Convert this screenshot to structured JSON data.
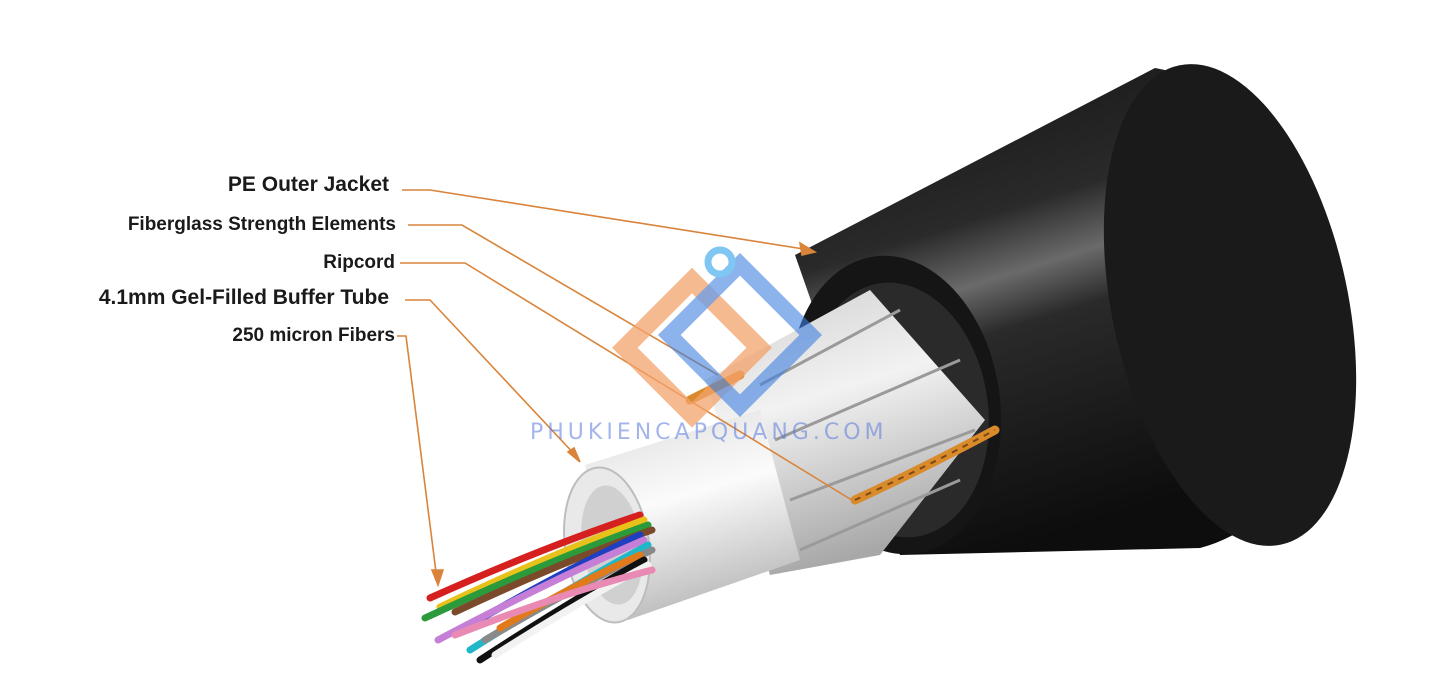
{
  "labels": {
    "pe_outer_jacket": "PE Outer Jacket",
    "fiberglass_strength": "Fiberglass Strength Elements",
    "ripcord": "Ripcord",
    "buffer_tube": "4.1mm Gel-Filled Buffer Tube",
    "fibers": "250 micron Fibers"
  },
  "watermark": "PHUKIENCAPQUANG.COM",
  "colors": {
    "leader": "#d9843a",
    "jacket": "#1b1b1b",
    "buffer": "#eeeeee",
    "ripcord": "#d98a2b",
    "watermark_orange": "#f4a36b",
    "watermark_blue": "#3f7fe0"
  },
  "fiber_colors": [
    "#d62020",
    "#e8c21a",
    "#2a9a3a",
    "#7a4a2a",
    "#1e3fbf",
    "#c67fd6",
    "#20b8c8",
    "#8a8a8a",
    "#e07a1a",
    "#111111",
    "#f2f2f2",
    "#e98ab4"
  ]
}
